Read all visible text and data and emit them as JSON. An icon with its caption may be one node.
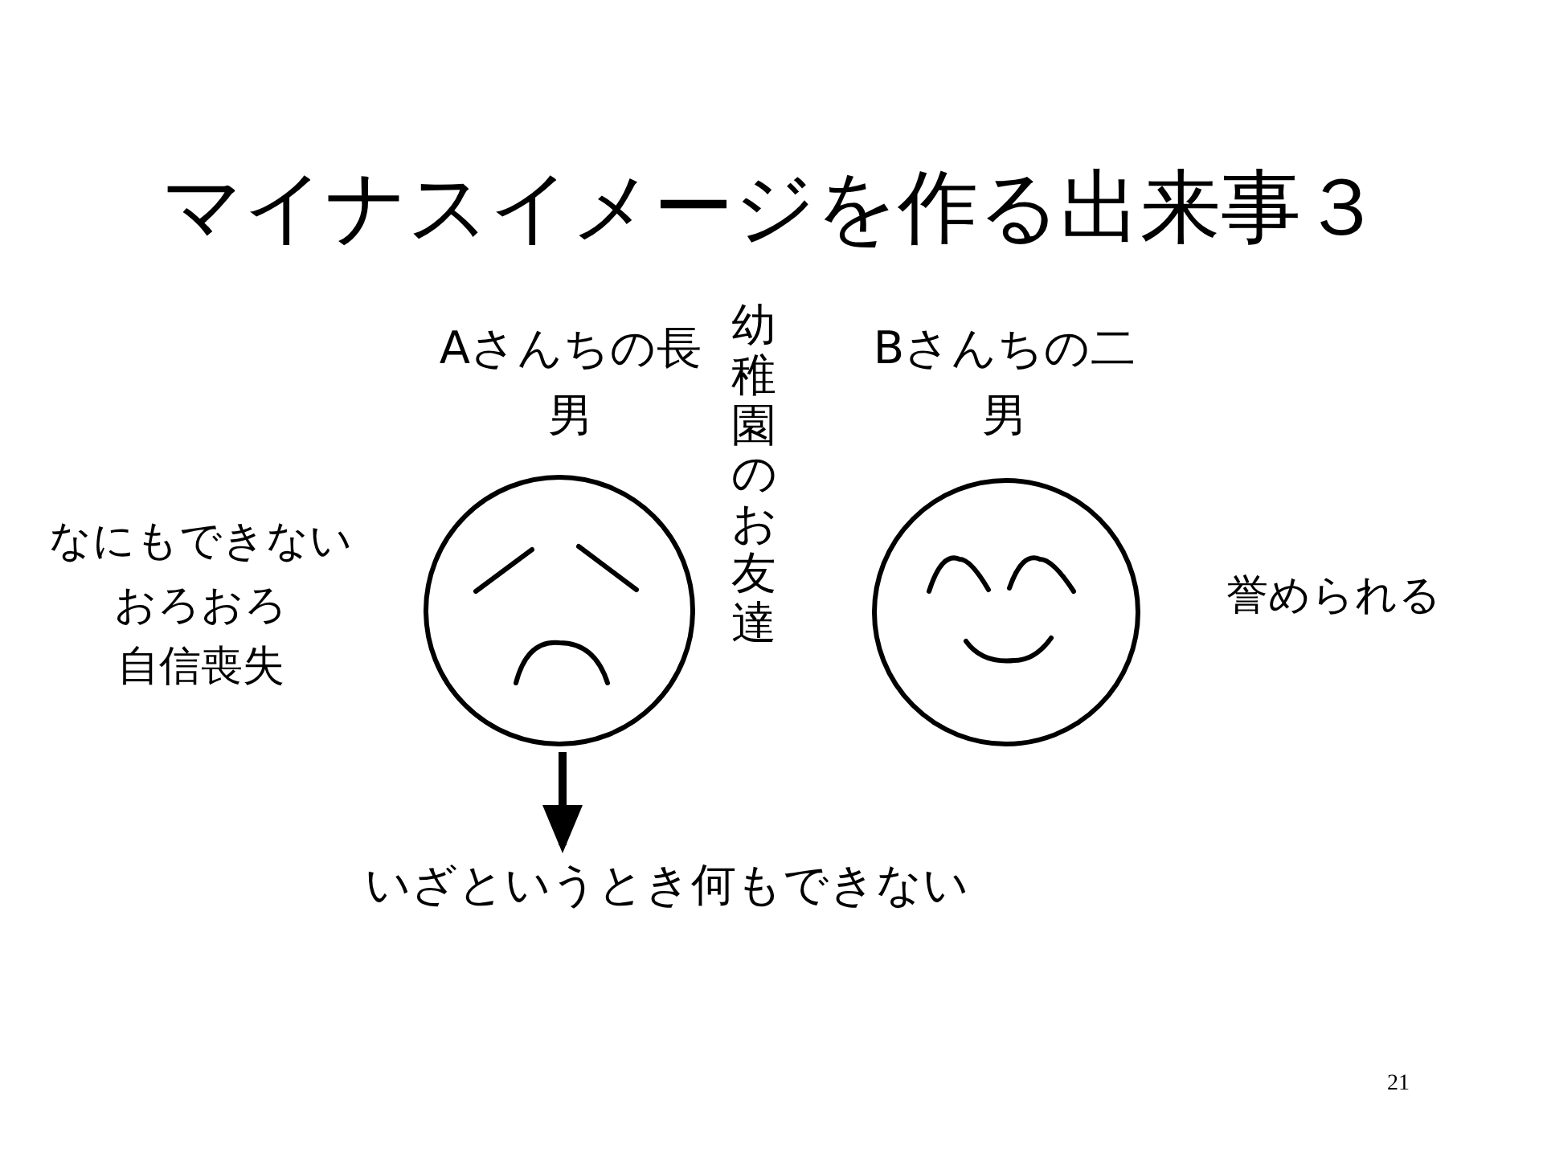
{
  "diagram": {
    "title": "マイナスイメージを作る出来事３",
    "nodes": [
      {
        "text": [],
        "shape": "face",
        "beside": [
          "Aさんちの長男"
        ]
      },
      {
        "text": [],
        "shape": "face",
        "beside": [
          "Bさんちの二男"
        ]
      },
      {
        "text": [
          "いざというとき何もできない"
        ]
      }
    ],
    "edges": [
      {
        "from": 0,
        "to": 2,
        "arrow": "to"
      }
    ],
    "labels": [
      "なにもできない",
      "おろおろ",
      "自信喪失",
      "幼稚園のお友達",
      "誉められる",
      "21"
    ]
  }
}
